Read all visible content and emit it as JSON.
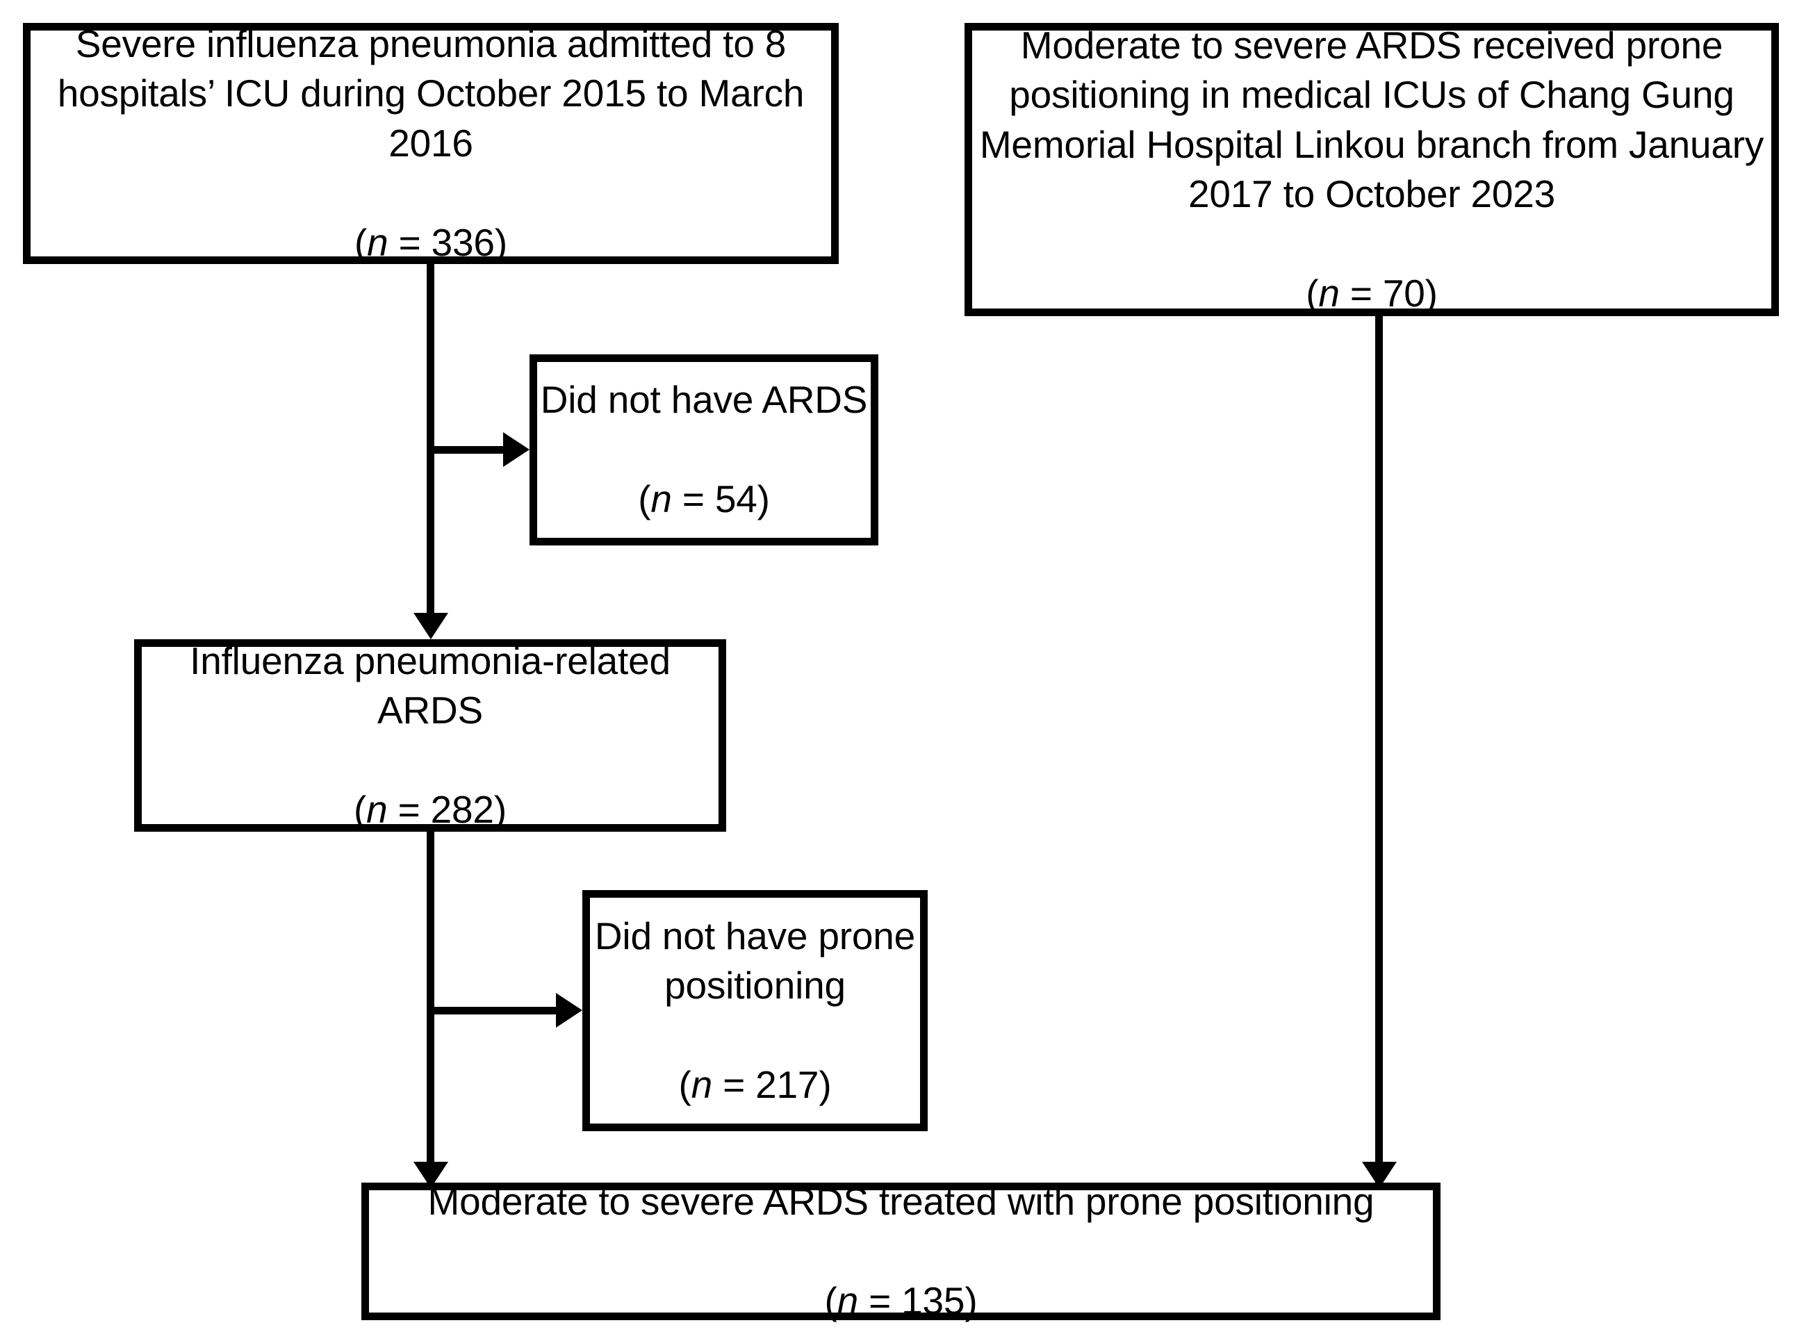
{
  "diagram": {
    "title": "Patient selection flow diagram",
    "stroke_color": "#000000",
    "background_color": "#ffffff",
    "text_color": "#000000",
    "nodes": {
      "source_cohort": {
        "body": "Severe influenza pneumonia admitted to 8 hospitals’ ICU during October 2015 to March 2016",
        "count_prefix": "(",
        "count_symbol": "n",
        "count_equals": " = ",
        "count_value": "336",
        "count_suffix": ")"
      },
      "prone_cohort": {
        "body": "Moderate to severe ARDS received prone positioning in medical ICUs of Chang Gung Memorial Hospital Linkou branch from January 2017 to October 2023",
        "count_prefix": "(",
        "count_symbol": "n",
        "count_equals": " = ",
        "count_value": "70",
        "count_suffix": ")"
      },
      "excluded_no_ards": {
        "body": "Did not have ARDS",
        "count_prefix": "(",
        "count_symbol": "n",
        "count_equals": " = ",
        "count_value": "54",
        "count_suffix": ")"
      },
      "ards_cohort": {
        "body": "Influenza pneumonia-related ARDS",
        "count_prefix": "(",
        "count_symbol": "n",
        "count_equals": " = ",
        "count_value": "282",
        "count_suffix": ")"
      },
      "excluded_no_prone": {
        "body": "Did not have prone positioning",
        "count_prefix": "(",
        "count_symbol": "n",
        "count_equals": " = ",
        "count_value": "217",
        "count_suffix": ")"
      },
      "final_cohort": {
        "body": "Moderate to severe ARDS treated with prone positioning",
        "count_prefix": "(",
        "count_symbol": "n",
        "count_equals": " = ",
        "count_value": "135",
        "count_suffix": ")"
      }
    },
    "edges": [
      {
        "name": "source-to-ards",
        "from": "source_cohort",
        "to": "ards_cohort",
        "style": "vertical-arrow"
      },
      {
        "name": "source-to-excluded-no-ards",
        "from": "source_cohort",
        "to": "excluded_no_ards",
        "style": "horizontal-arrow"
      },
      {
        "name": "ards-to-final",
        "from": "ards_cohort",
        "to": "final_cohort",
        "style": "vertical-arrow"
      },
      {
        "name": "ards-to-excluded-no-prone",
        "from": "ards_cohort",
        "to": "excluded_no_prone",
        "style": "horizontal-arrow"
      },
      {
        "name": "prone-to-final",
        "from": "prone_cohort",
        "to": "final_cohort",
        "style": "vertical-arrow"
      }
    ]
  }
}
